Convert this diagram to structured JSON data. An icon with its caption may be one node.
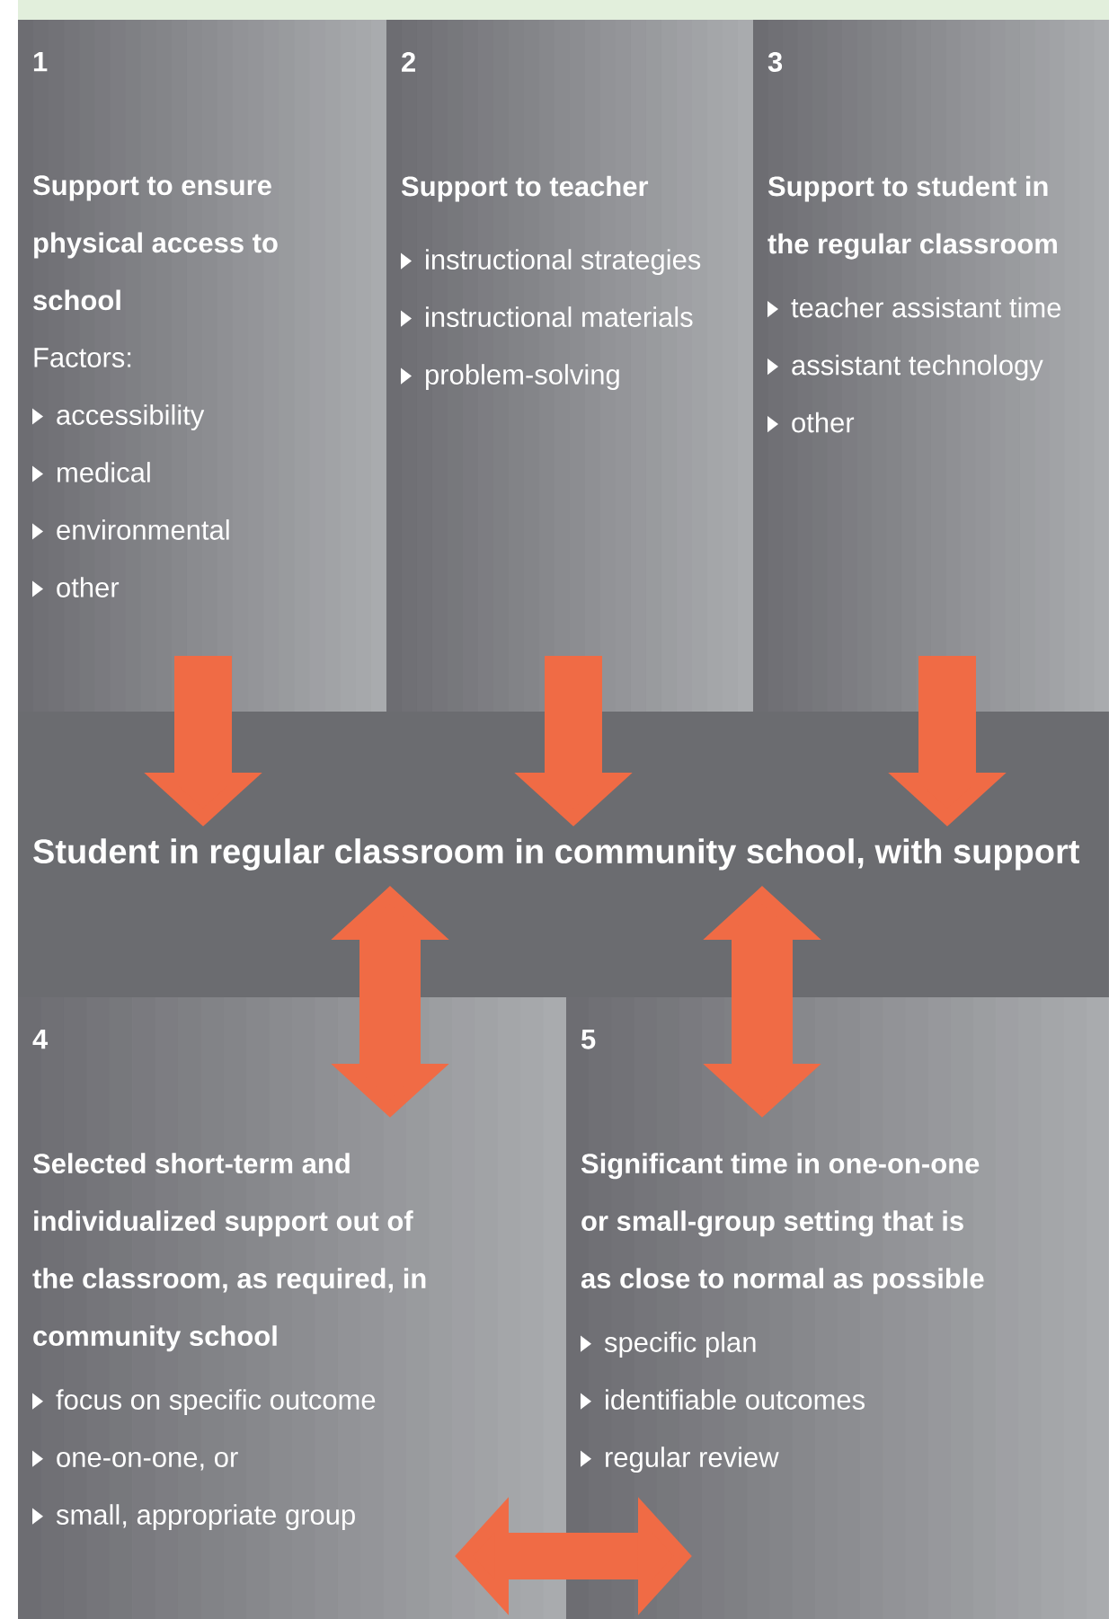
{
  "diagram": {
    "nodes": [
      {
        "text": [
          "1",
          "Support to ensure physical access to school",
          "Factors:",
          "accessibility",
          "medical",
          "environmental",
          "other"
        ]
      },
      {
        "text": [
          "2",
          "Support to teacher",
          "instructional strategies",
          "instructional materials",
          "problem-solving"
        ]
      },
      {
        "text": [
          "3",
          "Support to student in the regular classroom",
          "teacher assistant time",
          "assistant technology",
          "other"
        ]
      },
      {
        "text": [
          "Student in regular classroom in community school, with support"
        ]
      },
      {
        "text": [
          "4",
          "Selected short-term and individualized support out of the classroom, as required, in community school",
          "focus on specific outcome",
          "one-on-one, or",
          "small, appropriate group"
        ]
      },
      {
        "text": [
          "5",
          "Significant time in one-on-one or small-group setting that is as close to normal as possible",
          "specific plan",
          "identifiable outcomes",
          "regular review"
        ]
      }
    ],
    "edges": [
      {
        "from": 0,
        "to": 3,
        "arrow": "to"
      },
      {
        "from": 1,
        "to": 3,
        "arrow": "to"
      },
      {
        "from": 2,
        "to": 3,
        "arrow": "to"
      },
      {
        "from": 3,
        "to": 4,
        "arrow": "both"
      },
      {
        "from": 3,
        "to": 5,
        "arrow": "both"
      },
      {
        "from": 4,
        "to": 5,
        "arrow": "both"
      }
    ]
  }
}
